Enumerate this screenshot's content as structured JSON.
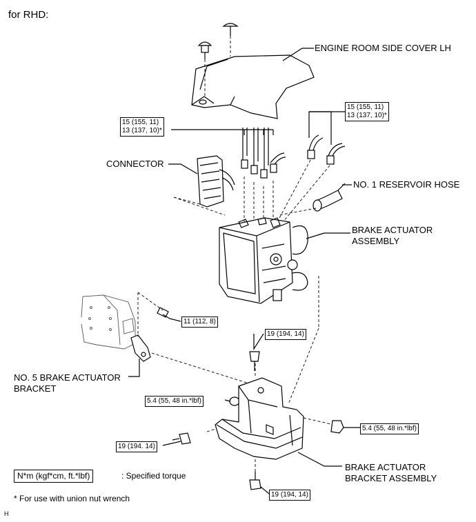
{
  "header": {
    "title": "for RHD:"
  },
  "labels": {
    "engine_room_side_cover": "ENGINE ROOM SIDE COVER LH",
    "connector": "CONNECTOR",
    "reservoir_hose": "NO. 1 RESERVOIR HOSE",
    "actuator_assembly_line1": "BRAKE ACTUATOR",
    "actuator_assembly_line2": "ASSEMBLY",
    "bracket5_line1": "NO. 5 BRAKE ACTUATOR",
    "bracket5_line2": "BRACKET",
    "bracket_assembly_line1": "BRAKE ACTUATOR",
    "bracket_assembly_line2": "BRACKET ASSEMBLY"
  },
  "torques": {
    "union_left_line1": "15 (155, 11)",
    "union_left_line2": "13 (137, 10)*",
    "union_right_line1": "15 (155, 11)",
    "union_right_line2": "13 (137, 10)*",
    "bolt_bracket5": "11 (112, 8)",
    "bolt_top": "19 (194, 14)",
    "nut_left": "5.4 (55, 48 in.*lbf)",
    "nut_right": "5.4 (55, 48 in.*lbf)",
    "bolt_left": "19 (194. 14)",
    "bolt_bottom": "19 (194, 14)"
  },
  "legend": {
    "unit_box": "N*m (kgf*cm, ft.*lbf)",
    "unit_desc": ": Specified torque",
    "footnote": "* For use with union nut wrench",
    "corner_mark": "H"
  }
}
